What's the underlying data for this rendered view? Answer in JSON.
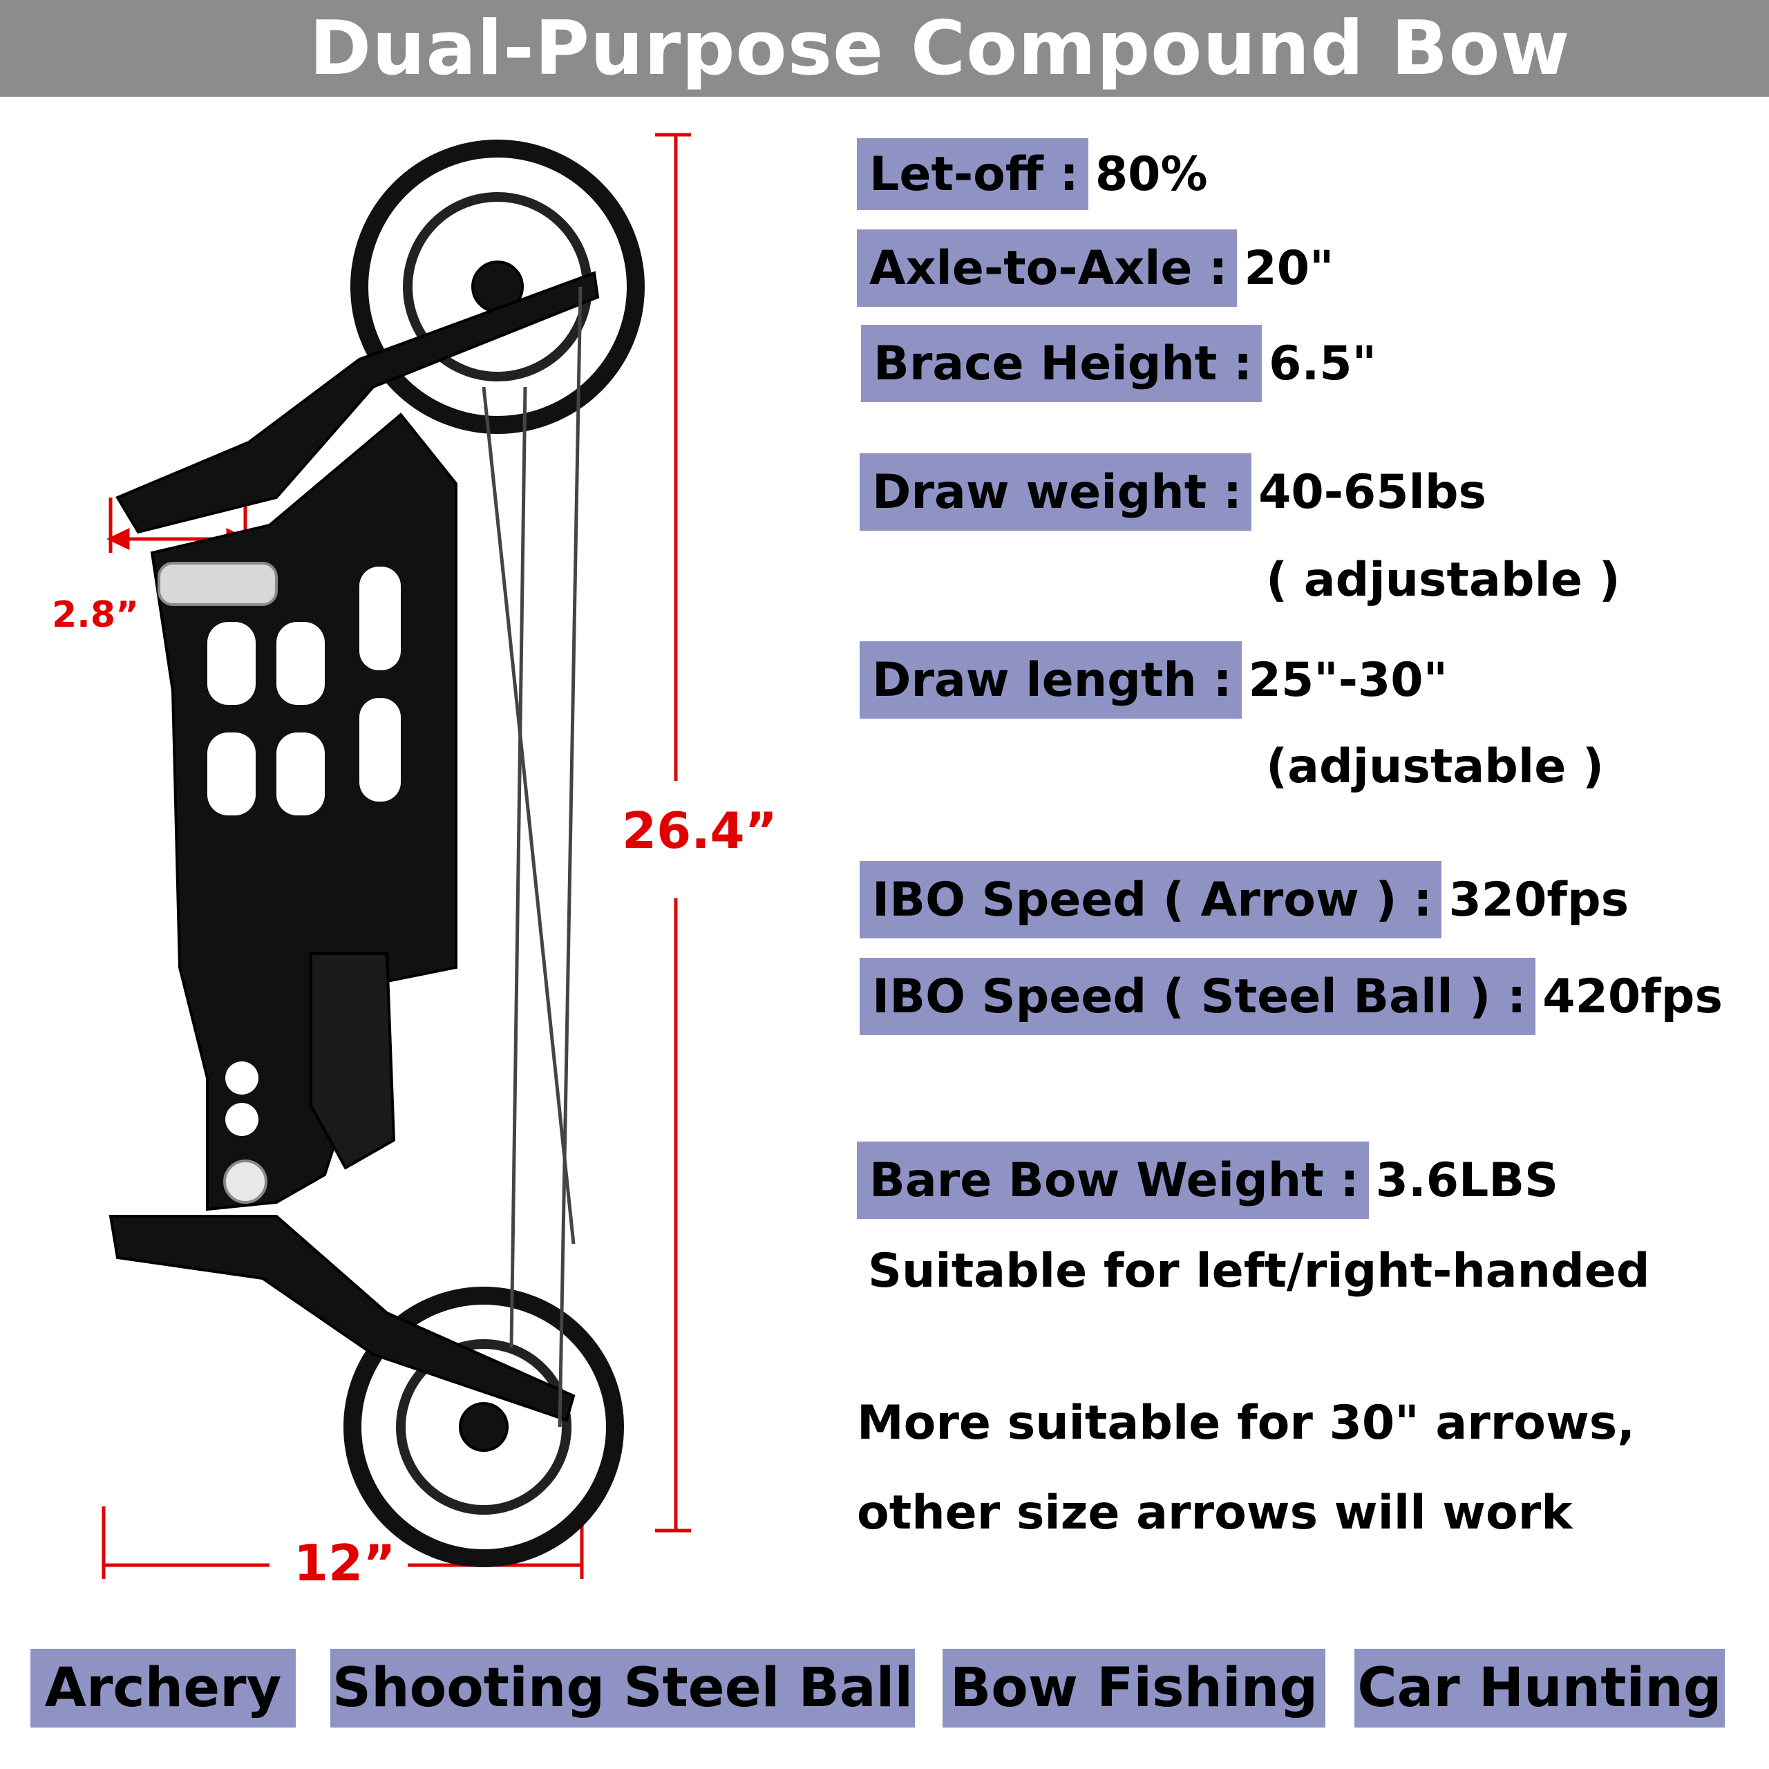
{
  "title": "Dual-Purpose Compound Bow",
  "specs": [
    {
      "label": "Let-off :",
      "value": "80%"
    },
    {
      "label": "Axle-to-Axle :",
      "value": "20\""
    },
    {
      "label": "Brace Height :",
      "value": "6.5\""
    },
    {
      "label": "Draw weight :",
      "value": "40-65lbs"
    },
    {
      "label": "Draw length :",
      "value": "25\"-30\""
    },
    {
      "label": "IBO Speed ( Arrow ) :",
      "value": "320fps"
    },
    {
      "label": "IBO Speed ( Steel Ball ) :",
      "value": "420fps"
    },
    {
      "label": "Bare Bow Weight :",
      "value": "3.6LBS"
    }
  ],
  "notes": {
    "draw_weight_note": "( adjustable )",
    "draw_length_note": "(adjustable )",
    "handedness": "Suitable for left/right-handed",
    "arrows_line1": "More suitable for 30\" arrows,",
    "arrows_line2": "other size arrows will work"
  },
  "dimensions": {
    "height": "26.4”",
    "width": "12”",
    "grip": "2.8”"
  },
  "uses": [
    "Archery",
    "Shooting Steel Ball",
    "Bow Fishing",
    "Car Hunting"
  ],
  "colors": {
    "title_bar": "#8c8c8c",
    "label_highlight": "#8f93c4",
    "dimension_red": "#e00000"
  }
}
